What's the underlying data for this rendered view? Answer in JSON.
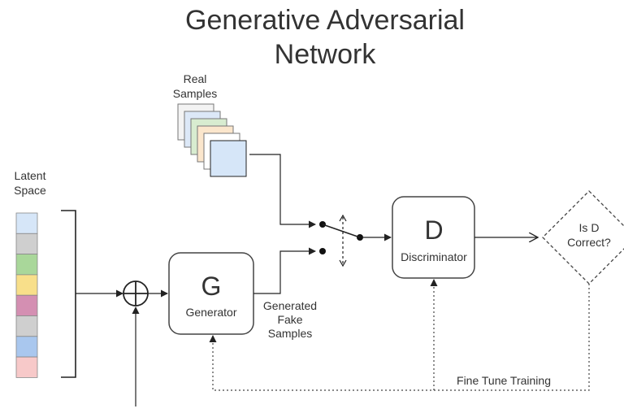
{
  "title": {
    "line1": "Generative Adversarial",
    "line2": "Network"
  },
  "real_samples": {
    "label_line1": "Real",
    "label_line2": "Samples",
    "card_colors": [
      "#f3f3f3",
      "#dce8f7",
      "#d8ecd0",
      "#fbe6cc",
      "#ffffff",
      "#d6e6f8"
    ]
  },
  "latent_space": {
    "label_line1": "Latent",
    "label_line2": "Space",
    "cell_colors": [
      "#d6e6f8",
      "#cfcfcf",
      "#a9d79a",
      "#f8df8a",
      "#d48fb2",
      "#cfcfcf",
      "#a9c7ee",
      "#f7c9c9"
    ]
  },
  "generator": {
    "letter": "G",
    "label": "Generator"
  },
  "discriminator": {
    "letter": "D",
    "label": "Discriminator"
  },
  "generated": {
    "line1": "Generated",
    "line2": "Fake",
    "line3": "Samples"
  },
  "decision": {
    "line1": "Is D",
    "line2": "Correct?"
  },
  "feedback": {
    "label": "Fine Tune Training"
  },
  "colors": {
    "line": "#222222",
    "box_stroke": "#444444"
  }
}
